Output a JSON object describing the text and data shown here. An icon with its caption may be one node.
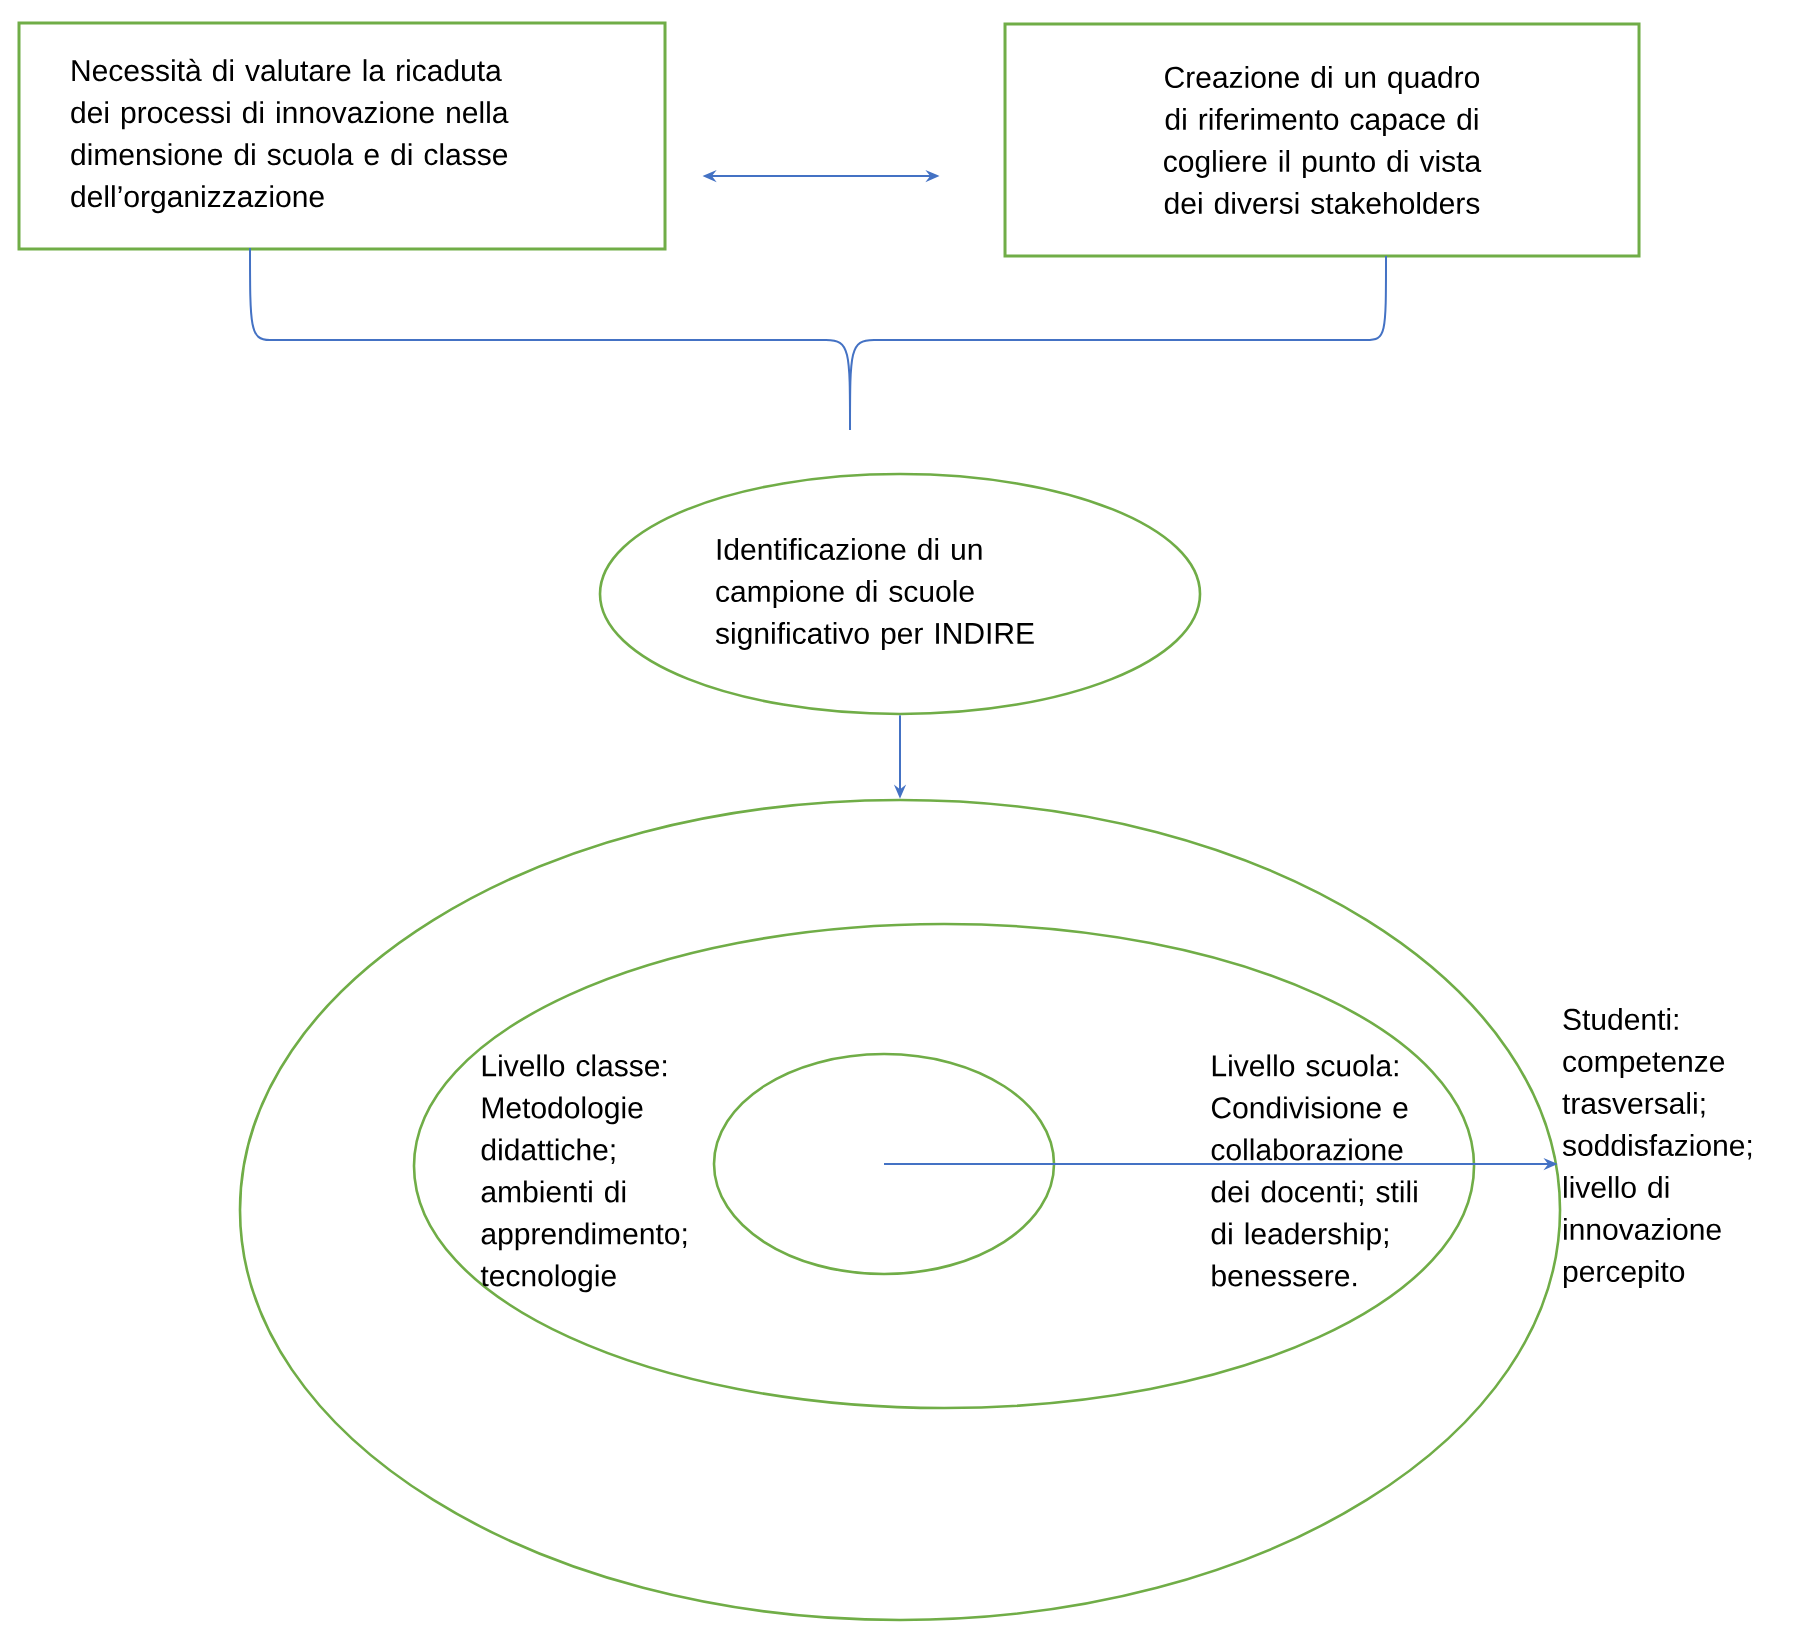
{
  "diagram": {
    "nodes": [
      {
        "text": [
          "Necessità di valutare la ricaduta dei processi di innovazione nella dimensione di scuola e di classe dell’organizzazione"
        ]
      },
      {
        "text": [
          "Creazione di un quadro di riferimento capace di cogliere il punto di vista dei diversi stakeholders"
        ]
      },
      {
        "text": [
          "Identificazione di un campione di scuole significativo per INDIRE"
        ]
      },
      {
        "text": [],
        "shape": "circle"
      },
      {
        "text": [
          "Livello classe: Metodologie didattiche; ambienti di apprendimento; tecnologie",
          "Livello scuola: Condivisione e collaborazione dei docenti; stili di leadership; benessere."
        ],
        "in": 3
      },
      {
        "text": [],
        "shape": "circle",
        "in": 4
      },
      {
        "text": [
          "Studenti: competenze trasversali; soddisfazione; livello di innovazione percepito"
        ]
      }
    ],
    "edges": [
      {
        "from": 0,
        "to": 1,
        "arrow": "both",
        "color": "#4472c4"
      },
      {
        "from": 0,
        "to": 2,
        "arrow": "none"
      },
      {
        "from": 1,
        "to": 2,
        "arrow": "none"
      },
      {
        "from": 2,
        "to": 3,
        "arrow": "to",
        "color": "#4472c4"
      },
      {
        "from": 5,
        "to": 6,
        "arrow": "to",
        "color": "#4472c4"
      }
    ]
  }
}
